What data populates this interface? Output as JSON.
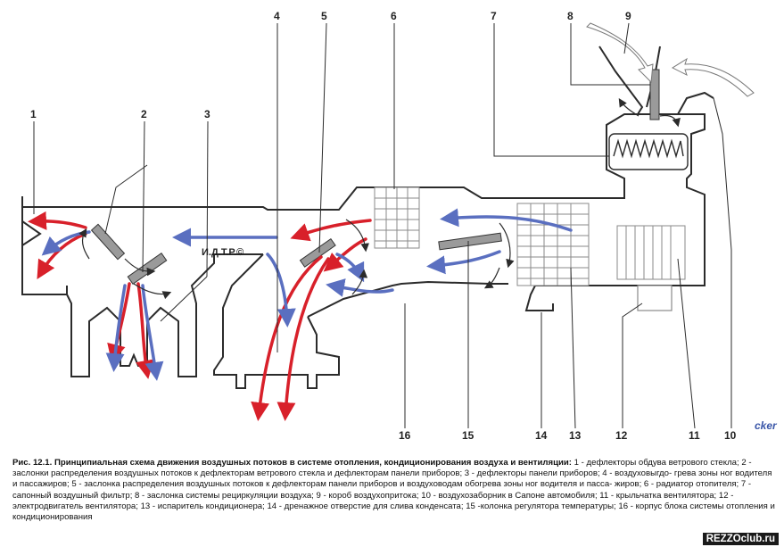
{
  "callouts": [
    "1",
    "2",
    "3",
    "4",
    "5",
    "6",
    "7",
    "8",
    "9",
    "10",
    "11",
    "12",
    "13",
    "14",
    "15",
    "16"
  ],
  "stamp": "И.Д.Т.Р.©",
  "caption": {
    "title": "Рис. 12.1. Принципиальная схема движения воздушных потоков в системе отопления, кондиционирования воздуха и вентиляции:",
    "body": " 1 - дефлекторы обдува ветрового стекла; 2 - заслонки распределения воздушных потоков к дефлекторам ветрового стекла и дефлекторам панели приборов; 3 - дефлекторы панели приборов; 4 - воздуховыгдо- грева зоны ног водителя и пассажиров; 5 - заслонка распределения воздушных потоков к дефлекторам панели приборов и воздуховодам обогрева зоны ног водителя и пасса- жиров; 6 - радиатор отопителя; 7 - сапонный воздушный фильтр; 8 - заслонка системы рециркуляции воздуха; 9 - короб воздухопритока; 10 - воздухозаборник в Сапоне автомобиля; 11 - крыльчатка вентилятора; 12 - электродвигатель вентилятора; 13 - испаритель кондиционера; 14 - дренажное отверстие для слива конденсата; 15 -колонка регулятора температуры; 16 - корпус блока системы отопления и кондиционирования"
  },
  "watermark": "REZZOclub.ru",
  "side_mark": "cker",
  "colors": {
    "line": "#2b2b2b",
    "warm": "#d8202a",
    "cool": "#5a6fc0",
    "damper": "#8a8a8a"
  }
}
